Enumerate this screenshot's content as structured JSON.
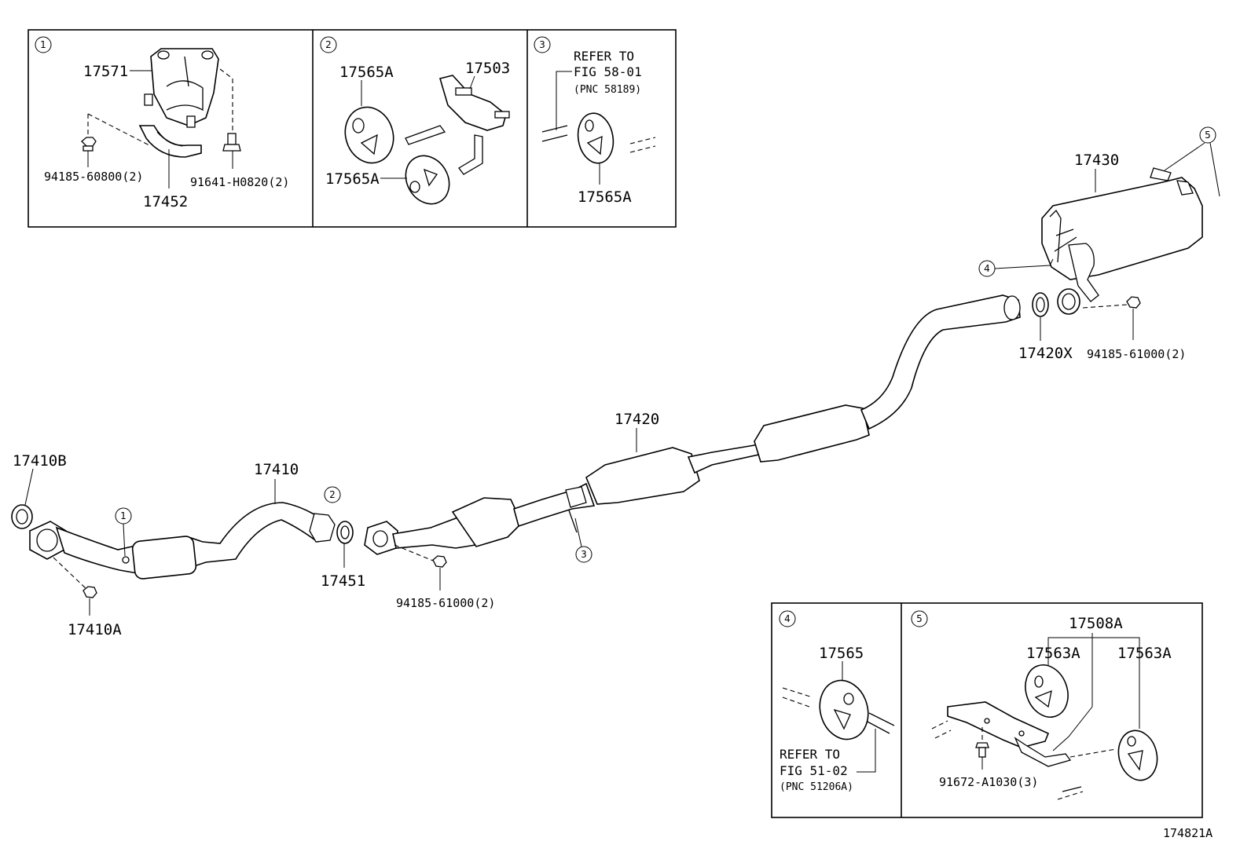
{
  "diagram_id": "174821A",
  "inset_numbers": [
    "1",
    "2",
    "3",
    "4",
    "5"
  ],
  "insets": {
    "i1": {
      "number": "1",
      "labels": {
        "bracket": "17571",
        "clamp": "17452",
        "nut": "94185-60800(2)",
        "bolt": "91641-H0820(2)"
      }
    },
    "i2": {
      "number": "2",
      "labels": {
        "hanger_top": "17565A",
        "hanger_bottom": "17565A",
        "bracket": "17503"
      }
    },
    "i3": {
      "number": "3",
      "note": [
        "REFER TO",
        "FIG 58-01",
        "(PNC 58189)"
      ],
      "labels": {
        "hanger": "17565A"
      }
    },
    "i4": {
      "number": "4",
      "note": [
        "REFER TO",
        "FIG 51-02",
        "(PNC 51206A)"
      ],
      "labels": {
        "hanger": "17565"
      }
    },
    "i5": {
      "number": "5",
      "labels": {
        "bracket_group": "17508A",
        "hanger_left": "17563A",
        "hanger_right": "17563A",
        "bolt": "91672-A1030(3)"
      }
    }
  },
  "main_labels": {
    "gasket_front": "17410B",
    "front_pipe": "17410",
    "nut_front": "17410A",
    "gasket_mid": "17451",
    "nut_mid": "94185-61000(2)",
    "center_pipe": "17420",
    "tail_pipe": "17430",
    "gasket_rear": "17420X",
    "nut_rear": "94185-61000(2)"
  },
  "callouts": {
    "c1": "1",
    "c2": "2",
    "c3": "3",
    "c4": "4",
    "c5": "5"
  }
}
